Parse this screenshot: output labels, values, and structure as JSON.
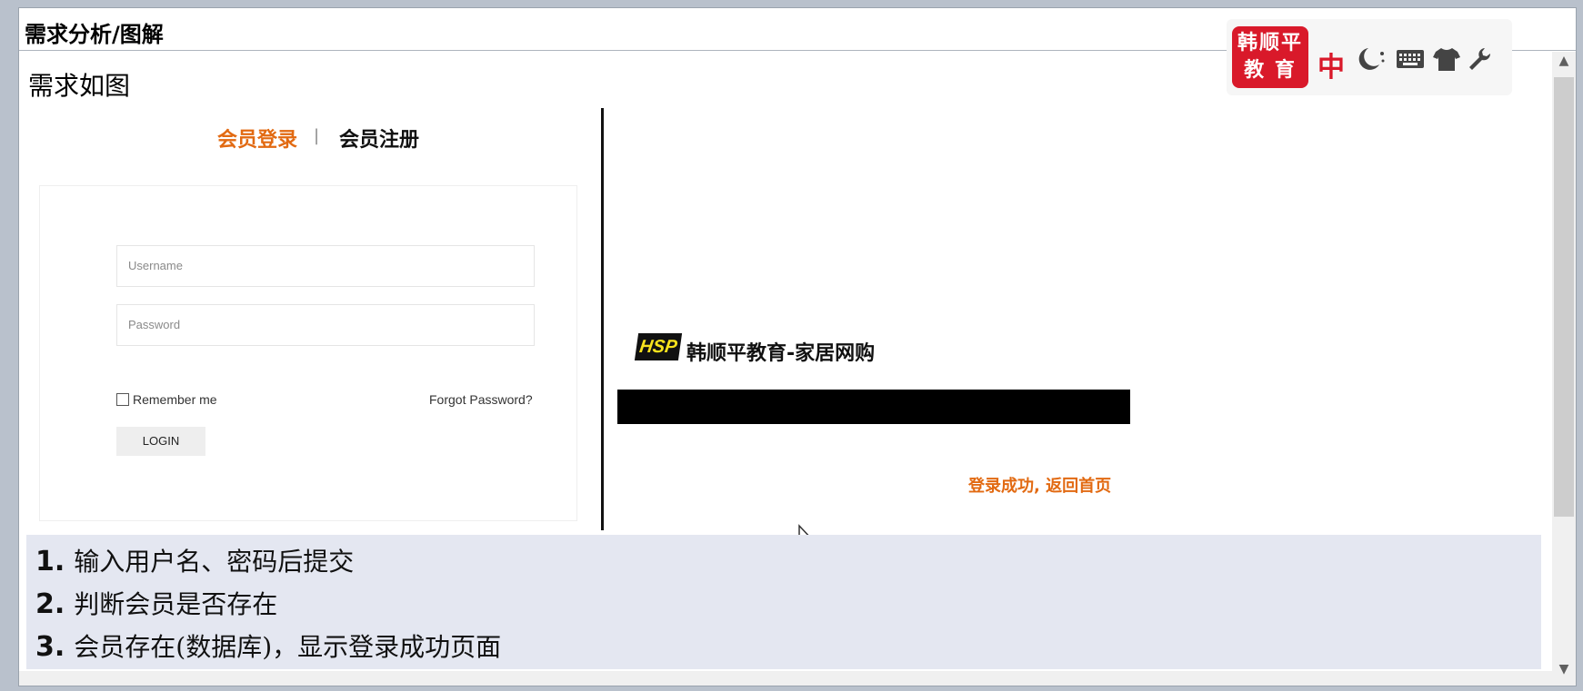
{
  "title_bar": {
    "title": "需求分析/图解"
  },
  "page": {
    "heading": "需求如图"
  },
  "toolbar": {
    "logo_line1": "韩顺平",
    "logo_line2": "教 育",
    "lang_label": "中",
    "icons": [
      "moon-icon",
      "keyboard-icon",
      "shirt-icon",
      "wrench-icon"
    ]
  },
  "login_demo": {
    "tab_login": "会员登录",
    "tab_separator": "|",
    "tab_register": "会员注册",
    "username_placeholder": "Username",
    "password_placeholder": "Password",
    "remember_label": "Remember me",
    "forgot_label": "Forgot Password?",
    "login_button": "LOGIN"
  },
  "success_demo": {
    "badge": "HSP",
    "shop_name": "韩顺平教育-家居网购",
    "success_link": "登录成功, 返回首页"
  },
  "steps": [
    {
      "num": "1.",
      "text": "输入用户名、密码后提交"
    },
    {
      "num": "2.",
      "text": "判断会员是否存在"
    },
    {
      "num": "3.",
      "text": "会员存在(数据库)，显示登录成功页面"
    }
  ],
  "colors": {
    "accent_orange": "#e26a12",
    "brand_red": "#d9192a",
    "steps_bg": "#e4e7f1"
  }
}
